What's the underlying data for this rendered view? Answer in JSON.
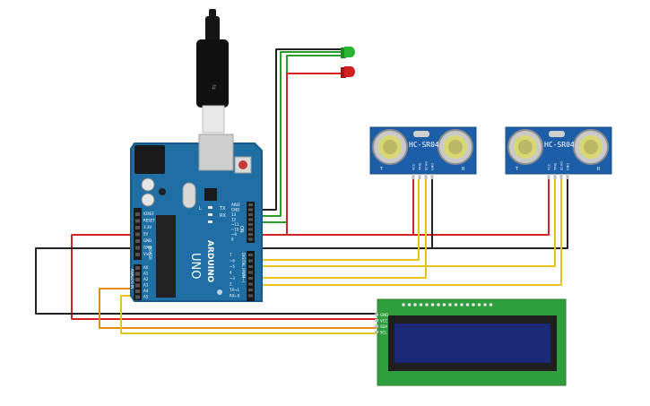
{
  "board": {
    "name": "UNO",
    "brand": "ARDUINO",
    "on_label": "ON",
    "tx_label": "TX",
    "rx_label": "RX",
    "l_label": "L",
    "reset_label": "RESET",
    "power_label": "POWER",
    "analog_label": "ANALOG IN",
    "digital_label": "DIGITAL (PWM~)",
    "power_pins": [
      "IOREF",
      "RESET",
      "3.3V",
      "5V",
      "GND",
      "GND",
      "Vin"
    ],
    "analog_pins": [
      "A0",
      "A1",
      "A2",
      "A3",
      "A4",
      "A5"
    ],
    "digital_top_pins": [
      "AREF",
      "GND",
      "13",
      "12",
      "~11",
      "~10",
      "~9",
      "8"
    ],
    "digital_bottom_pins": [
      "7",
      "~6",
      "~5",
      "4",
      "~3",
      "2",
      "TX→1",
      "RX←0"
    ]
  },
  "sensor_left": {
    "model": "HC-SR04",
    "left_mark": "T",
    "right_mark": "R",
    "pins": [
      "VCC",
      "TRIG",
      "ECHO",
      "GND"
    ]
  },
  "sensor_right": {
    "model": "HC-SR04",
    "left_mark": "T",
    "right_mark": "R",
    "pins": [
      "VCC",
      "TRIG",
      "ECHO",
      "GND"
    ]
  },
  "lcd": {
    "pins": [
      "GND",
      "VCC",
      "SDA",
      "SCL"
    ]
  },
  "leds": [
    {
      "color_name": "green",
      "color": "#29b532"
    },
    {
      "color_name": "red",
      "color": "#d21e1e"
    }
  ],
  "colors": {
    "board": "#1f6fa5",
    "board_dark": "#155a89",
    "header": "#1a1a1a",
    "wire_red": "#d42323",
    "wire_black": "#222222",
    "wire_yellow": "#e6c21c",
    "wire_orange": "#e08a1c",
    "wire_green": "#2a9d2a",
    "sensor_pcb": "#1d5ea8",
    "lcd_pcb": "#2f9e3c",
    "lcd_screen": "#1b2a78"
  }
}
